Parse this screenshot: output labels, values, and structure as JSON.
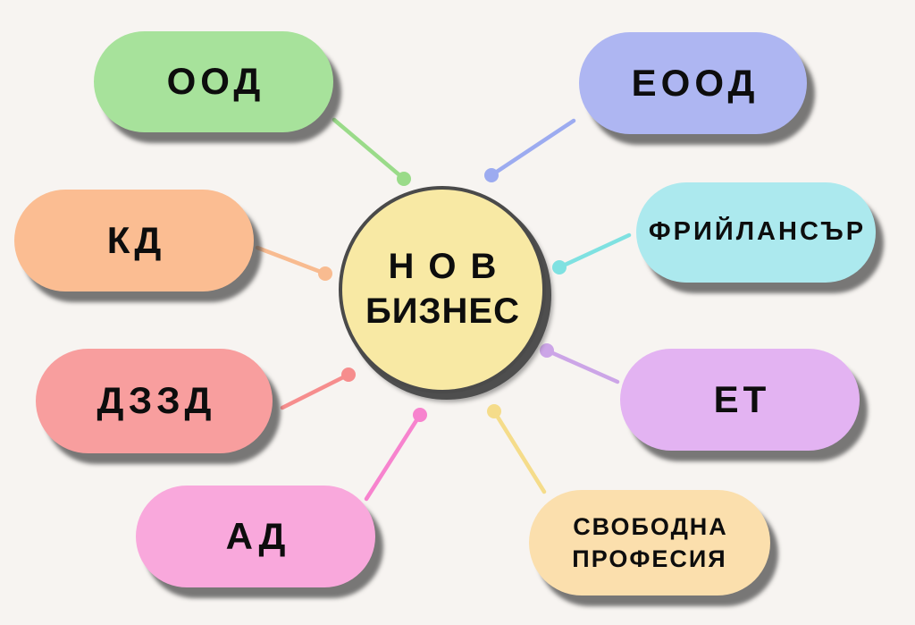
{
  "background_color": "#f7f4f1",
  "center_node": {
    "line1": "НОВ",
    "line2": "БИЗНЕС",
    "fill": "#f8e9a4",
    "border_color": "#4a4a4a",
    "text_color": "#0d0d0d"
  },
  "nodes": [
    {
      "label": "ООД",
      "fill": "#a7e29b",
      "position": "top-left"
    },
    {
      "label": "ЕООД",
      "fill": "#aeb6f2",
      "position": "top-right"
    },
    {
      "label": "КД",
      "fill": "#fbbd92",
      "position": "middle-left"
    },
    {
      "label": "ФРИЙЛАНСЪР",
      "fill": "#ace9ee",
      "position": "middle-right"
    },
    {
      "label": "ДЗЗД",
      "fill": "#f89e9e",
      "position": "lower-left"
    },
    {
      "label": "ЕТ",
      "fill": "#e3b3f2",
      "position": "lower-right"
    },
    {
      "label": "АД",
      "fill": "#f9a8dc",
      "position": "bottom-left"
    },
    {
      "label": "СВОБОДНА ПРОФЕСИЯ",
      "fill": "#fbdfad",
      "position": "bottom-right"
    }
  ],
  "connectors": [
    {
      "from": "ООД",
      "color": "#9adb89"
    },
    {
      "from": "ЕООД",
      "color": "#9cabf0"
    },
    {
      "from": "КД",
      "color": "#f8bb90"
    },
    {
      "from": "ФРИЙЛАНСЪР",
      "color": "#7fe1e1"
    },
    {
      "from": "ДЗЗД",
      "color": "#f68d8d"
    },
    {
      "from": "ЕТ",
      "color": "#cca5e7"
    },
    {
      "from": "АД",
      "color": "#f783ce"
    },
    {
      "from": "СВОБОДНА ПРОФЕСИЯ",
      "color": "#f5dc8a"
    }
  ]
}
